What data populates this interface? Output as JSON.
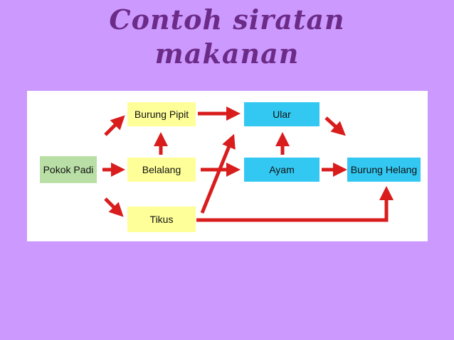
{
  "title": {
    "line1": "Contoh siratan",
    "line2": "makanan"
  },
  "diagram": {
    "nodes": {
      "pokok_padi": "Pokok Padi",
      "burung_pipit": "Burung Pipit",
      "belalang": "Belalang",
      "tikus": "Tikus",
      "ular": "Ular",
      "ayam": "Ayam",
      "burung_helang": "Burung Helang"
    },
    "colors": {
      "background": "#cc99ff",
      "title": "#6b2b86",
      "producer": "#b9dfa6",
      "primary_consumer": "#ffff99",
      "higher_consumer": "#33c8f2",
      "arrow": "#d91c1c"
    }
  }
}
